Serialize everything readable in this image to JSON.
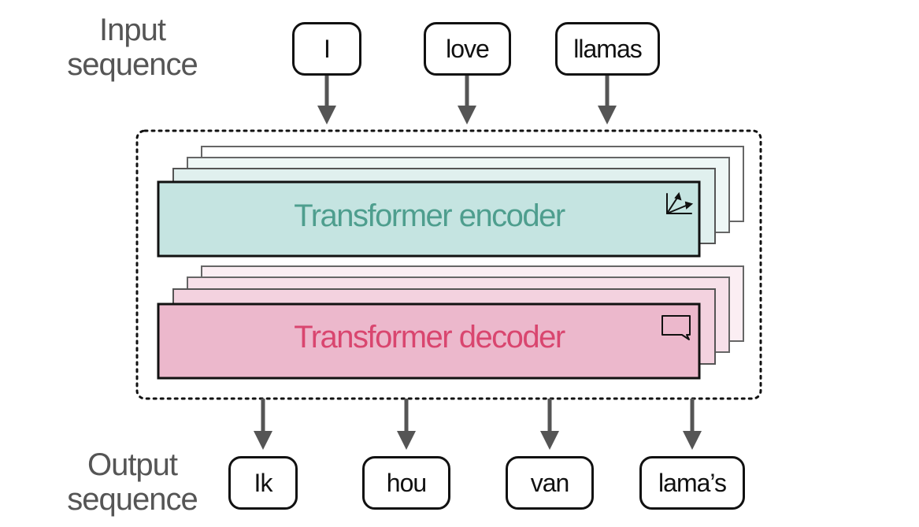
{
  "labels": {
    "input_line1": "Input",
    "input_line2": "sequence",
    "output_line1": "Output",
    "output_line2": "sequence"
  },
  "input_tokens": [
    "I",
    "love",
    "llamas"
  ],
  "output_tokens": [
    "Ik",
    "hou",
    "van",
    "lama’s"
  ],
  "encoder": {
    "title": "Transformer encoder",
    "icon": "attention-arrows-icon",
    "color": "#c5e4e1",
    "text_color": "#4e9e8e"
  },
  "decoder": {
    "title": "Transformer decoder",
    "icon": "speech-bubble-icon",
    "color": "#ecb8cc",
    "text_color": "#d9466f"
  }
}
